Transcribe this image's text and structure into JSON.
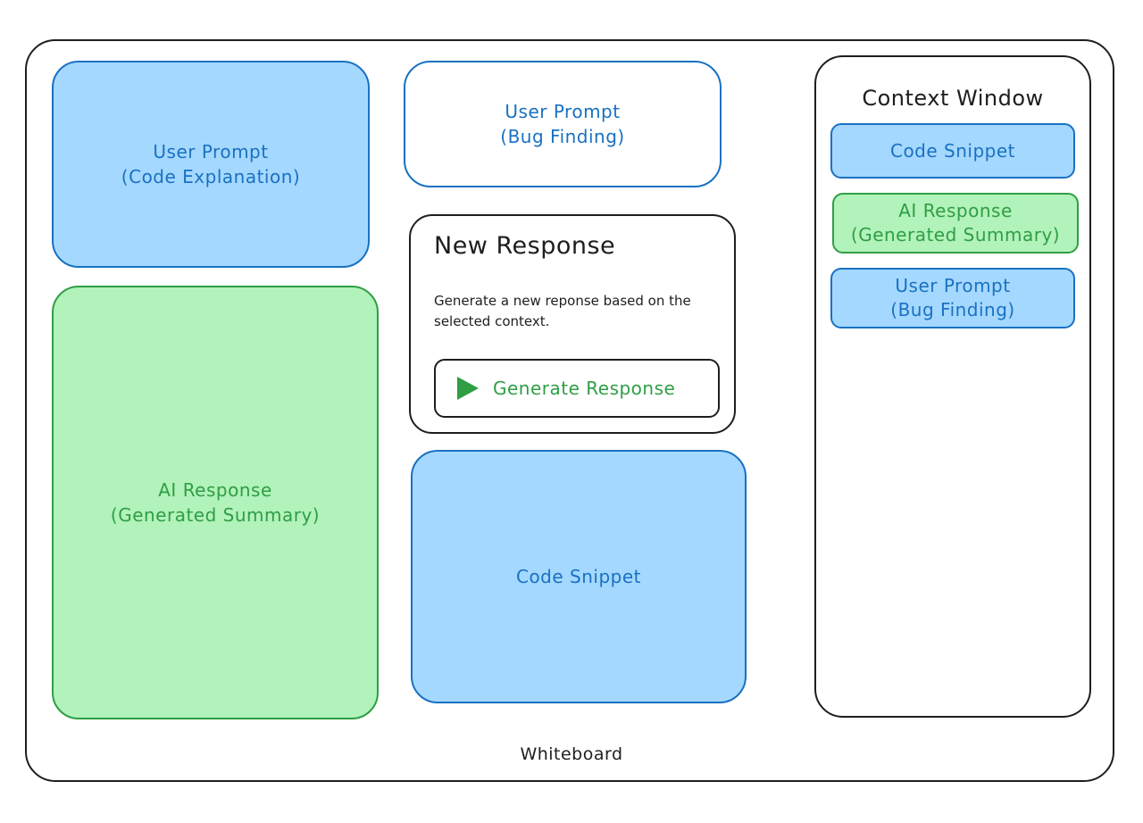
{
  "whiteboard": {
    "label": "Whiteboard"
  },
  "cards": {
    "user_prompt_code_explanation": {
      "line1": "User Prompt",
      "line2": "(Code Explanation)"
    },
    "ai_response_generated_summary": {
      "line1": "AI Response",
      "line2": "(Generated Summary)"
    },
    "user_prompt_bug_finding": {
      "line1": "User Prompt",
      "line2": "(Bug Finding)"
    },
    "code_snippet": {
      "line1": "Code Snippet"
    }
  },
  "new_response": {
    "title": "New Response",
    "description": "Generate a new reponse based on the selected context.",
    "button_label": "Generate Response",
    "button_icon": "play-icon"
  },
  "context_window": {
    "title": "Context Window",
    "items": [
      {
        "line1": "Code Snippet",
        "line2": ""
      },
      {
        "line1": "AI Response",
        "line2": "(Generated Summary)"
      },
      {
        "line1": "User Prompt",
        "line2": "(Bug Finding)"
      }
    ]
  },
  "colors": {
    "blue_fill": "#a5d8ff",
    "blue_stroke": "#1971c2",
    "green_fill": "#b2f2bb",
    "green_stroke": "#2f9e44",
    "ink": "#1e1e1e"
  }
}
